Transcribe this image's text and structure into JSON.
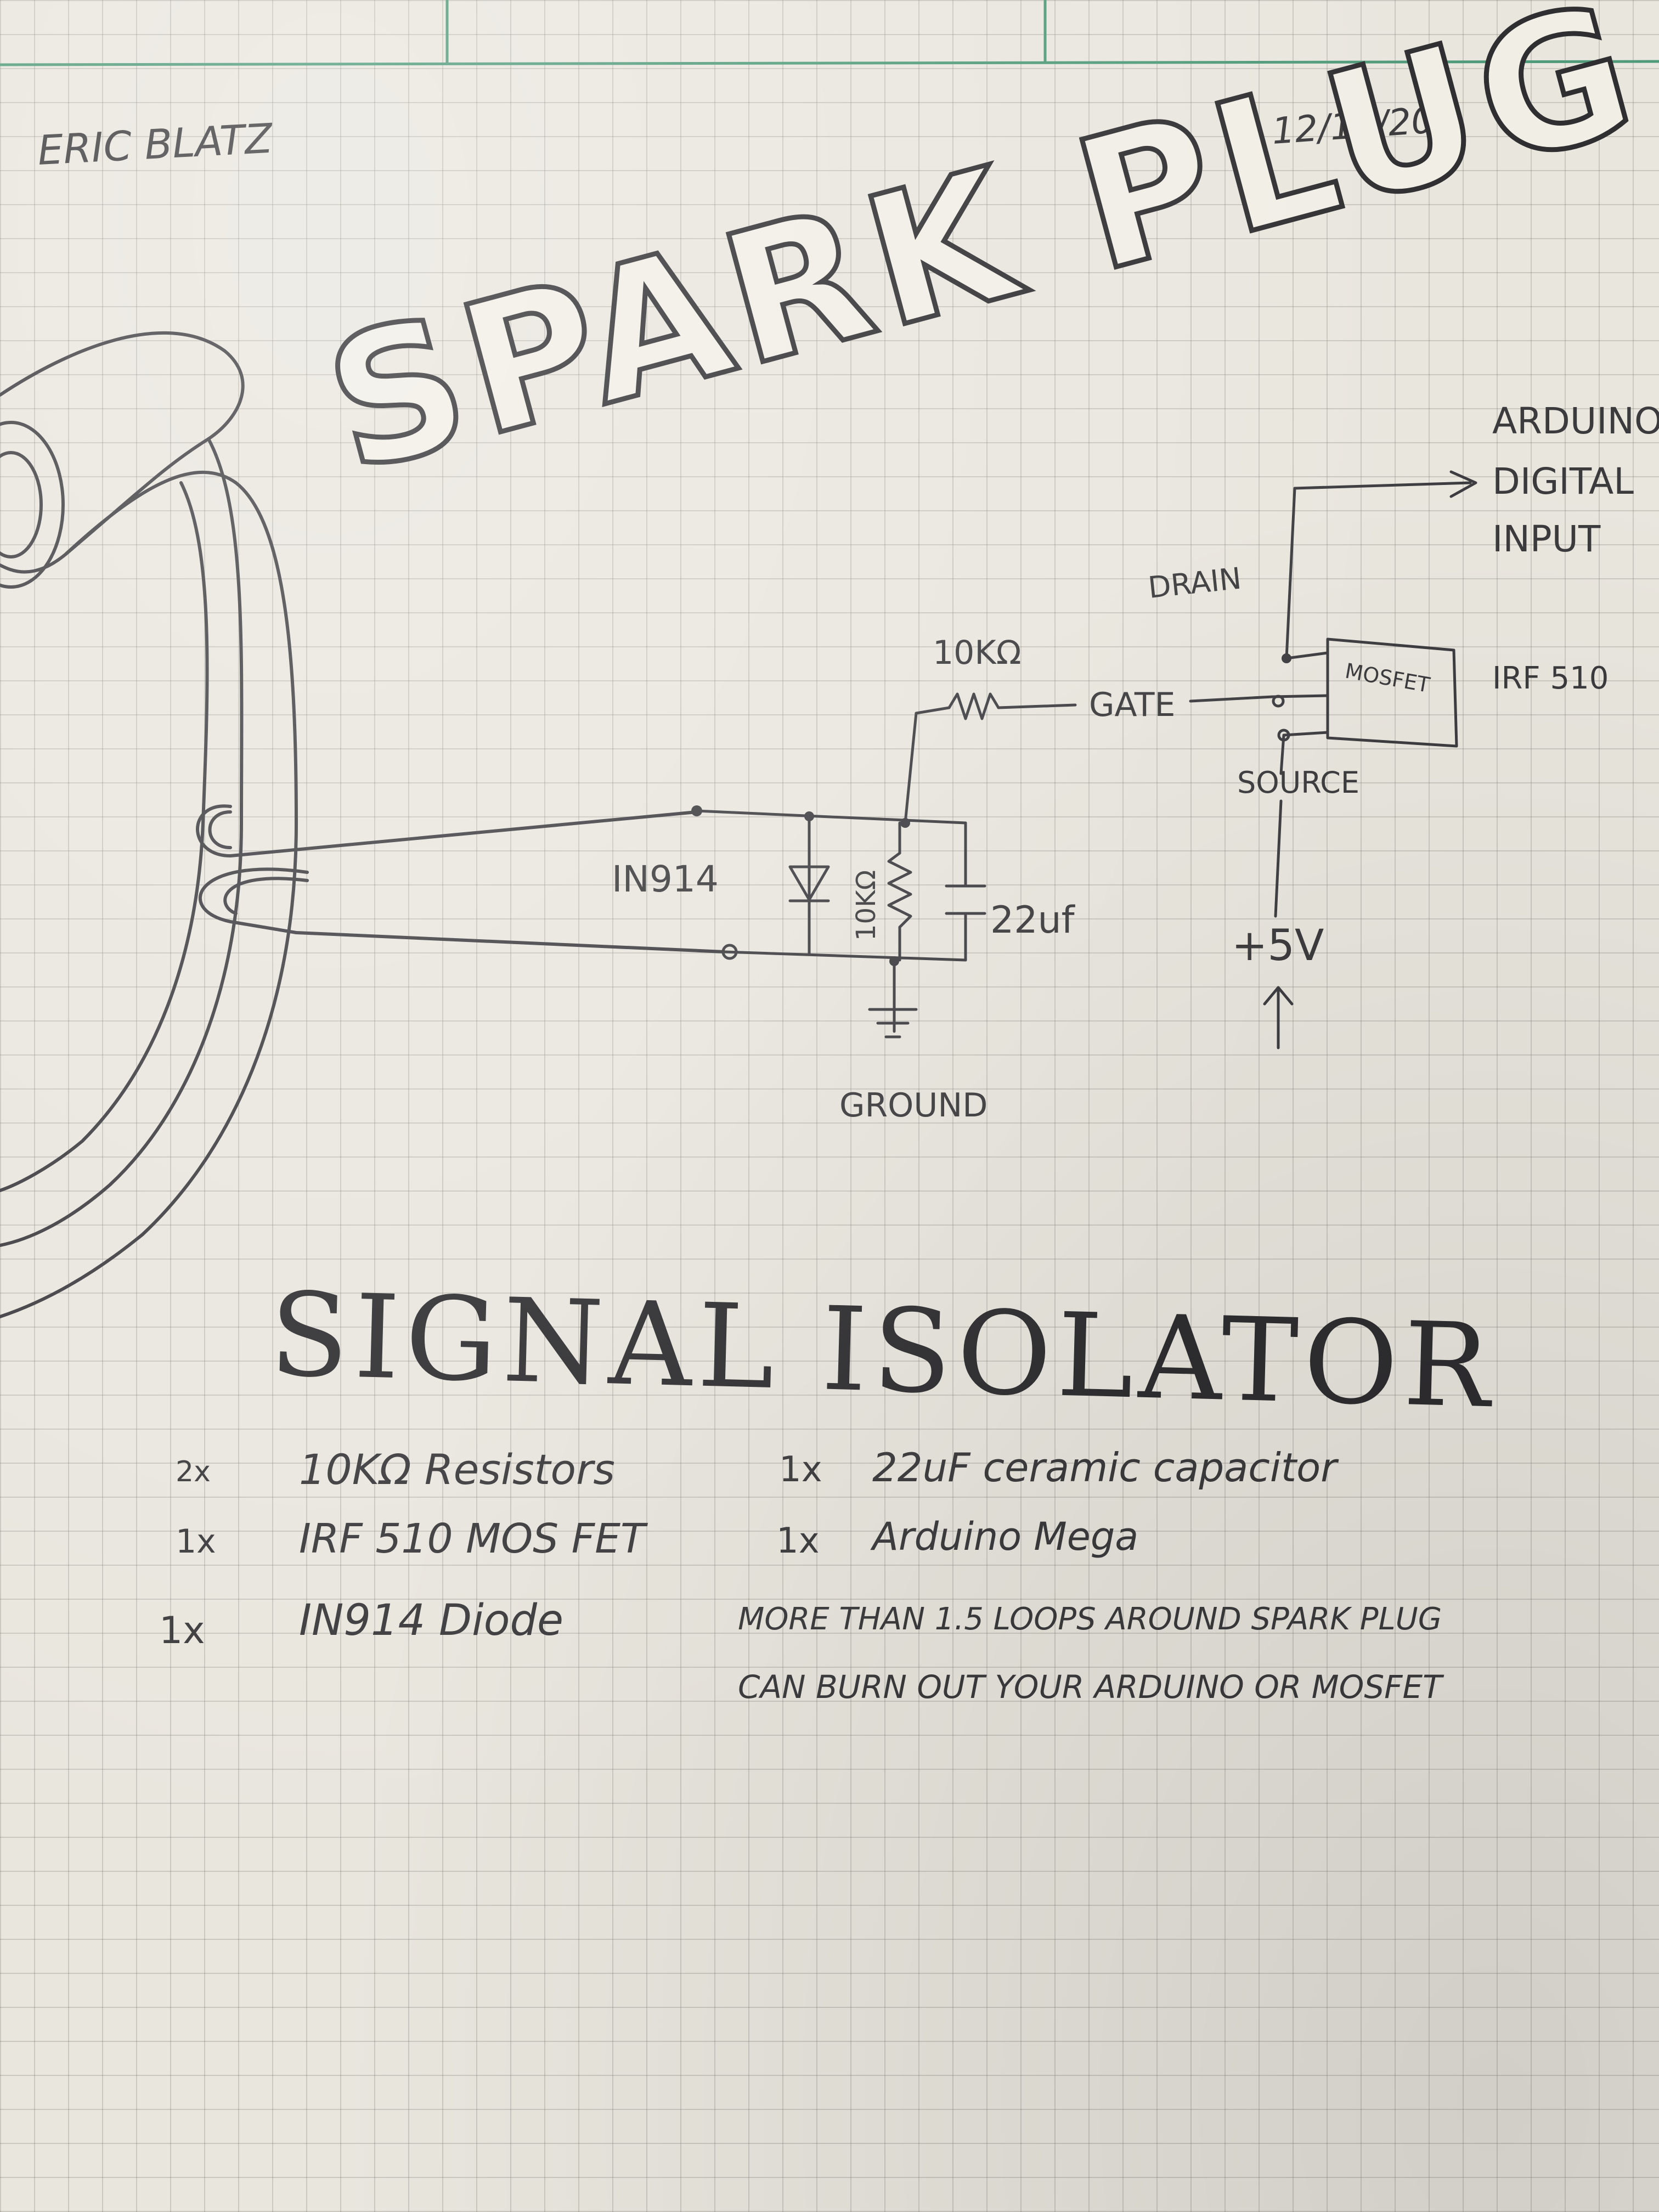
{
  "header": {
    "author": "ERIC BLATZ",
    "date": "12/16/20",
    "title": "SPARK PLUG"
  },
  "circuit": {
    "output_label_line1": "ARDUINO",
    "output_label_line2": "DIGITAL",
    "output_label_line3": "INPUT",
    "drain_label": "DRAIN",
    "mosfet_box_label": "MOSFET",
    "mosfet_part": "IRF 510",
    "gate_resistor_label": "10KΩ",
    "gate_label": "GATE",
    "source_label": "SOURCE",
    "supply_label": "+5V",
    "diode_label": "IN914",
    "shunt_resistor_label": "10KΩ",
    "capacitor_label": "22uf",
    "ground_label": "GROUND"
  },
  "subtitle": "SIGNAL ISOLATOR",
  "parts_list": [
    {
      "qty": "2x",
      "item": "10KΩ Resistors"
    },
    {
      "qty": "1x",
      "item": "IRF 510 MOS FET"
    },
    {
      "qty": "1x",
      "item": "IN914 Diode"
    },
    {
      "qty": "1x",
      "item": "22uF ceramic capacitor"
    },
    {
      "qty": "1x",
      "item": "Arduino Mega"
    }
  ],
  "warning": {
    "line1": "MORE THAN 1.5 LOOPS AROUND SPARK PLUG",
    "line2": "CAN BURN OUT YOUR ARDUINO OR MOSFET"
  }
}
